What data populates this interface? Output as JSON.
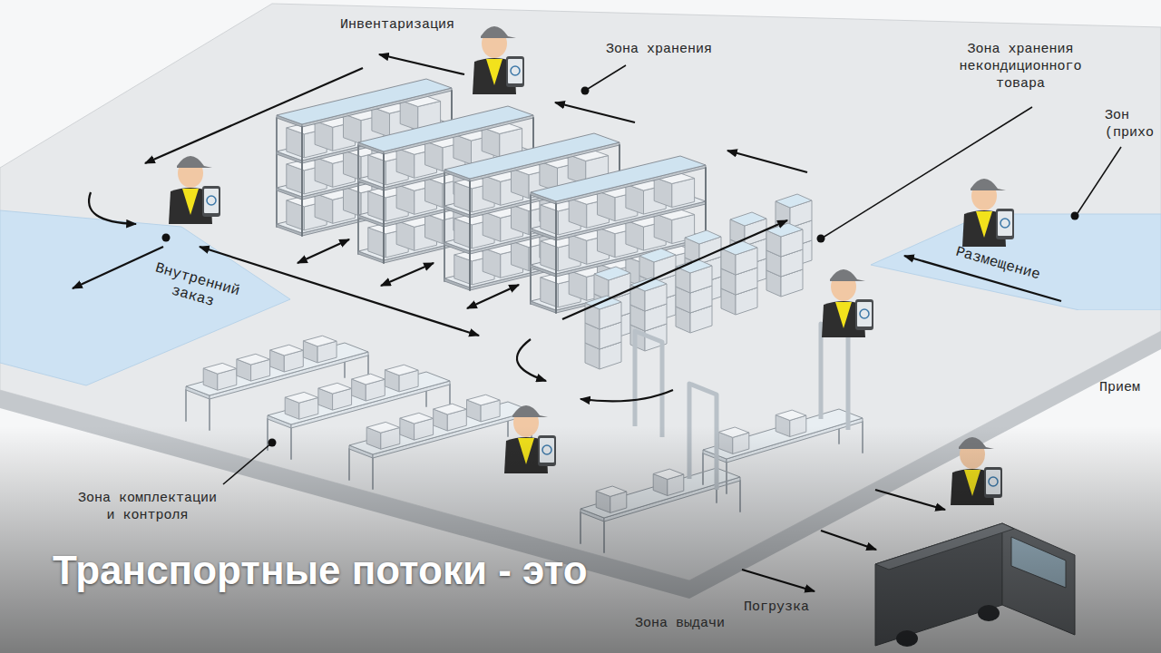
{
  "diagram": {
    "caption": "Транспортные потоки - это",
    "nodes": [
      {
        "text": [
          "Внутренний заказ"
        ]
      },
      {
        "text": [
          "Размещение"
        ]
      }
    ],
    "labels": [
      "Инвентаризация",
      "Зона хранения",
      "Зона хранения некондиционного товара",
      "Зон (прихо",
      "Прием",
      "Зона комплектации и контроля",
      "Зона выдачи",
      "Погрузка"
    ]
  }
}
